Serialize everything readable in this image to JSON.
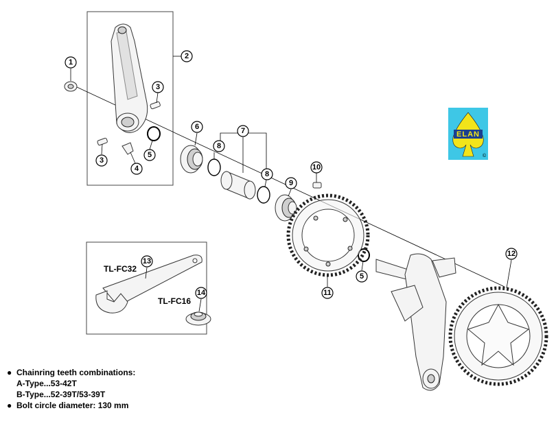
{
  "callouts": [
    "1",
    "2",
    "3",
    "3",
    "4",
    "5",
    "6",
    "7",
    "8",
    "8",
    "9",
    "10",
    "11",
    "5",
    "12",
    "13",
    "14"
  ],
  "tools": {
    "tool_a": "TL-FC32",
    "tool_b": "TL-FC16"
  },
  "logo": {
    "text": "ELAN",
    "mark": "©",
    "background": "#3ec7e6",
    "spade_color": "#f2e41a"
  },
  "notes": {
    "line1": "Chainring teeth combinations:",
    "line2": "A-Type...53-42T",
    "line3": "B-Type...52-39T/53-39T",
    "line4": "Bolt circle diameter: 130 mm"
  }
}
